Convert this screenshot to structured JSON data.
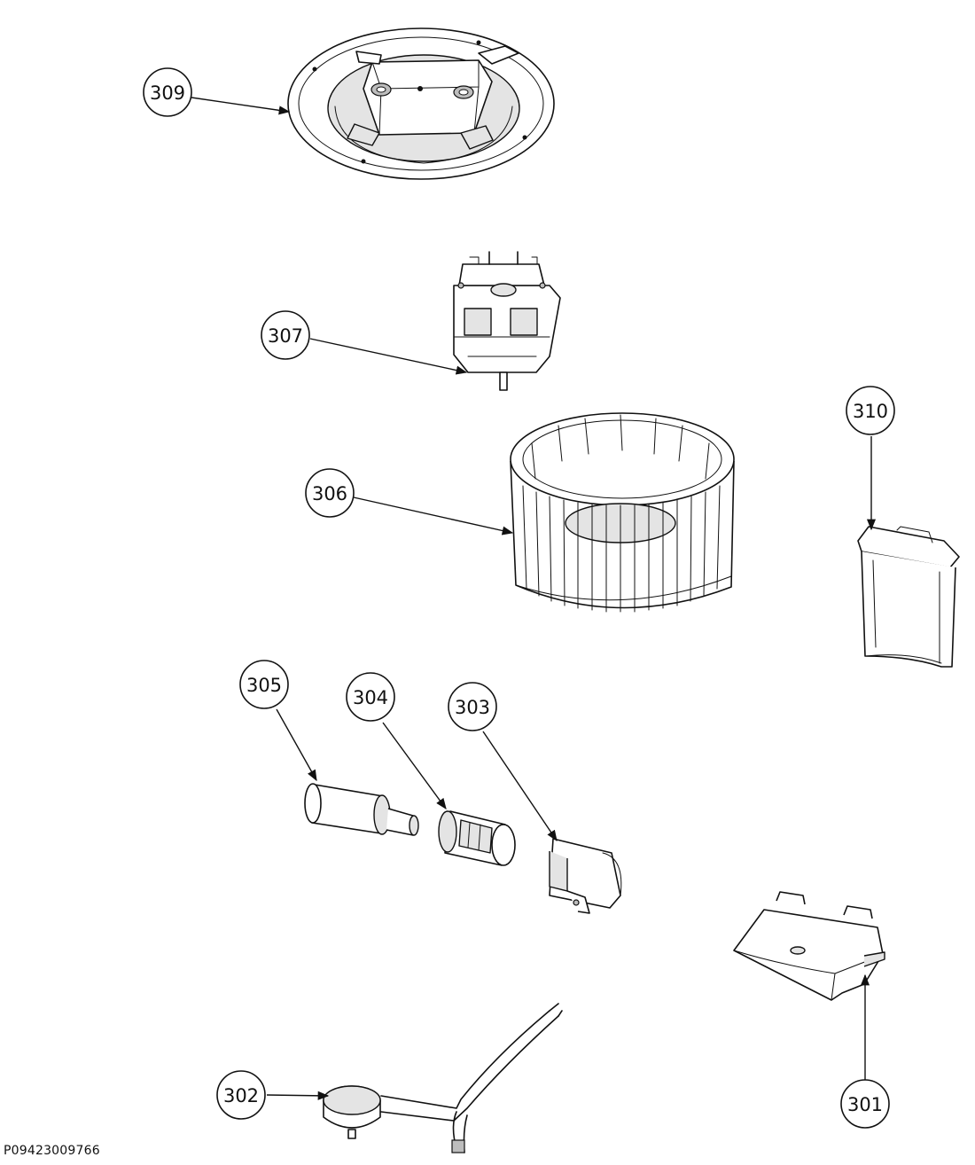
{
  "document_id": "P09423009766",
  "callouts": [
    {
      "id": "309",
      "label": "309"
    },
    {
      "id": "307",
      "label": "307"
    },
    {
      "id": "306",
      "label": "306"
    },
    {
      "id": "310",
      "label": "310"
    },
    {
      "id": "305",
      "label": "305"
    },
    {
      "id": "304",
      "label": "304"
    },
    {
      "id": "303",
      "label": "303"
    },
    {
      "id": "302",
      "label": "302"
    },
    {
      "id": "301",
      "label": "301"
    }
  ]
}
